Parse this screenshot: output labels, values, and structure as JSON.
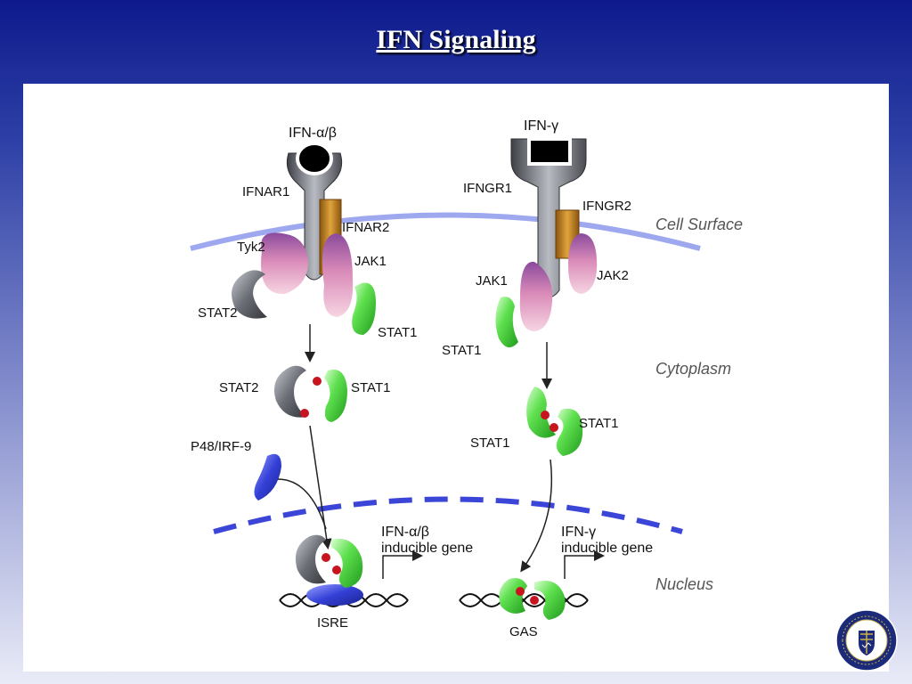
{
  "slide": {
    "title": "IFN Signaling"
  },
  "regions": {
    "cell_surface": "Cell Surface",
    "cytoplasm": "Cytoplasm",
    "nucleus": "Nucleus"
  },
  "left_pathway": {
    "ligand": "IFN-α/β",
    "receptor1": "IFNAR1",
    "receptor2": "IFNAR2",
    "kinase_a": "Tyk2",
    "kinase_b": "JAK1",
    "stat_a": "STAT2",
    "stat_b": "STAT1",
    "dimer_a": "STAT2",
    "dimer_b": "STAT1",
    "cofactor": "P48/IRF-9",
    "gene_line1": "IFN-α/β",
    "gene_line2": "inducible gene",
    "element": "ISRE"
  },
  "right_pathway": {
    "ligand": "IFN-γ",
    "receptor1": "IFNGR1",
    "receptor2": "IFNGR2",
    "kinase_a": "JAK1",
    "kinase_b": "JAK2",
    "stat_a": "STAT1",
    "dimer_a": "STAT1",
    "dimer_b": "STAT1",
    "gene_line1": "IFN-γ",
    "gene_line2": "inducible gene",
    "element": "GAS"
  },
  "colors": {
    "membrane": "#9ea8ef",
    "nuclear_membrane": "#3b45d8",
    "stat1": "#3fd13a",
    "stat2": "#5c5f66",
    "kinase": "#d98ab8",
    "receptor": "#6c6f76",
    "receptor2": "#b8781c",
    "phospho": "#c8141e",
    "irf9": "#2f3cc4"
  },
  "logo": {
    "text": "UNIVERSITY OF PITTSBURGH"
  }
}
